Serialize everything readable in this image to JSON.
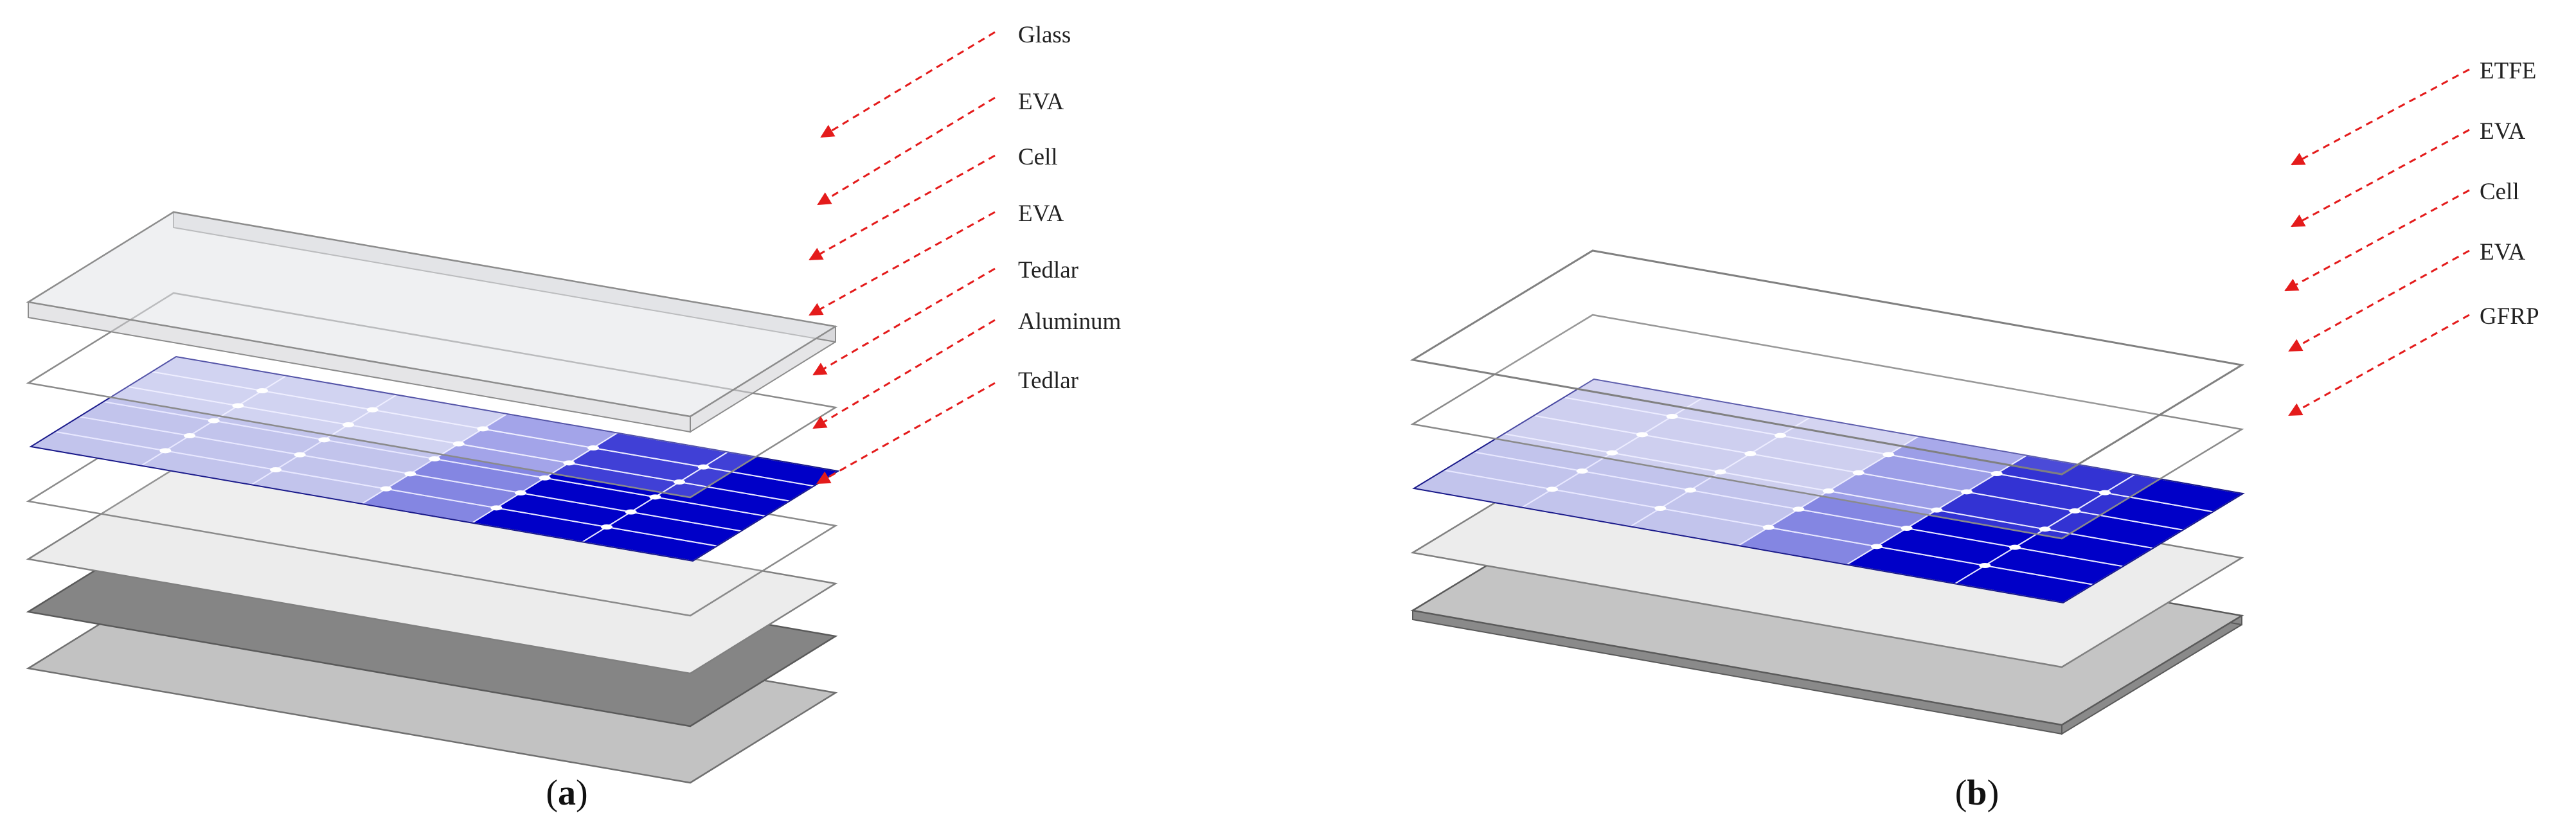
{
  "colors": {
    "glass_fill": "#e2e3e7",
    "glass_stroke": "#8c8c8c",
    "eva_stroke": "#8a8a8a",
    "cell_blue": "#0000c8",
    "cell_light": "#c2c4ec",
    "cell_mid": "#8486e2",
    "busbar": "#ffffff",
    "tedlar_light": "#ececec",
    "aluminum": "#858585",
    "tedlar_bottom": "#c2c2c2",
    "gfrp": "#c4c4c4",
    "leader_line": "#e41b1b"
  },
  "icons": {
    "leader": "red-dashed-arrow-icon"
  },
  "panel_a": {
    "caption_open": "(",
    "caption_letter": "a",
    "caption_close": ")",
    "labels": [
      "Glass",
      "EVA",
      "Cell",
      "EVA",
      "Tedlar",
      "Aluminum",
      "Tedlar"
    ]
  },
  "panel_b": {
    "caption_open": "(",
    "caption_letter": "b",
    "caption_close": ")",
    "labels": [
      "ETFE",
      "EVA",
      "Cell",
      "EVA",
      "GFRP"
    ]
  }
}
